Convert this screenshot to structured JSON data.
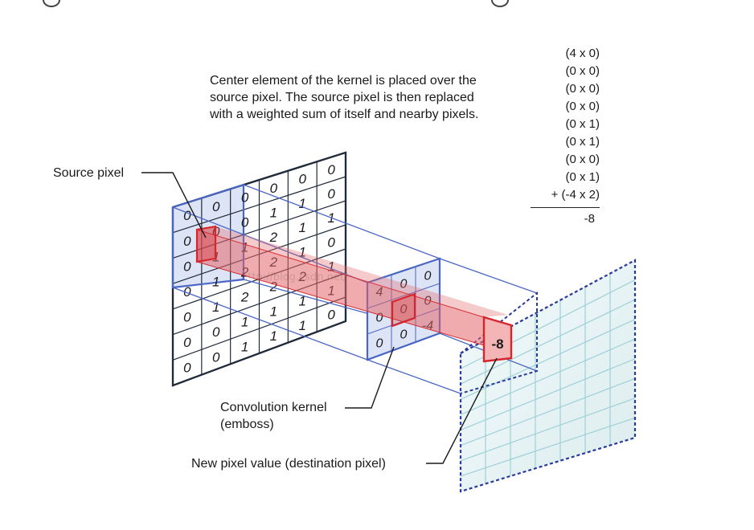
{
  "caption": {
    "lines": [
      "Center element of the kernel is placed over the",
      "source pixel. The source pixel is then replaced",
      "with a weighted sum of itself and nearby pixels."
    ]
  },
  "labels": {
    "source_pixel": "Source pixel",
    "kernel_line1": "Convolution kernel",
    "kernel_line2": "(emboss)",
    "destination": "New pixel value (destination pixel)"
  },
  "calculation": {
    "terms": [
      "(4 x 0)",
      "(0 x 0)",
      "(0 x 0)",
      "(0 x 0)",
      "(0 x 1)",
      "(0 x 1)",
      "(0 x 0)",
      "(0 x 1)",
      "+ (-4 x 2)"
    ],
    "result": "-8"
  },
  "source_grid": [
    [
      "0",
      "0",
      "0",
      "0",
      "0",
      "0"
    ],
    [
      "0",
      "0",
      "0",
      "1",
      "1",
      "0"
    ],
    [
      "0",
      "1",
      "1",
      "2",
      "1",
      "1"
    ],
    [
      "0",
      "1",
      "2",
      "2",
      "1",
      "0"
    ],
    [
      "0",
      "1",
      "2",
      "2",
      "2",
      "1"
    ],
    [
      "0",
      "0",
      "1",
      "1",
      "1",
      "1"
    ],
    [
      "0",
      "0",
      "1",
      "1",
      "1",
      "0"
    ]
  ],
  "kernel": [
    [
      "4",
      "0",
      "0"
    ],
    [
      "0",
      "0",
      "0"
    ],
    [
      "0",
      "0",
      "-4"
    ]
  ],
  "destination_value": "-8",
  "watermark": "http://blog.csdn.net/",
  "colors": {
    "grid_line": "#1f2a3a",
    "blue_frame": "#4a66c4",
    "blue_fill": "#dde4f6",
    "red": "#d6262c",
    "red_beam": "#e2666a",
    "dest_grid": "#9fd0d8",
    "dest_dash": "#2a3a9a"
  }
}
